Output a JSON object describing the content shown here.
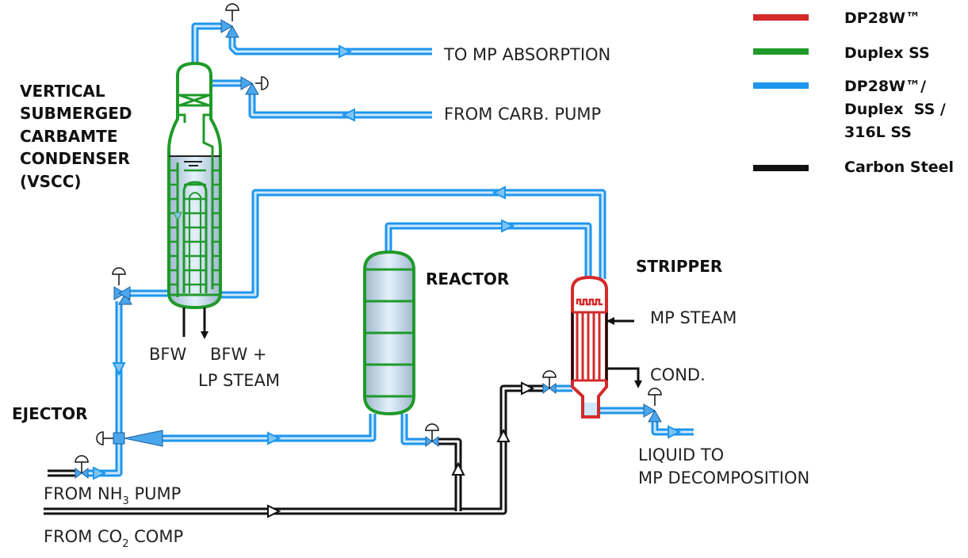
{
  "labels": {
    "vscc": [
      "VERTICAL",
      "SUBMERGED",
      "CARBAMTE",
      "CONDENSER",
      "(VSCC)"
    ],
    "reactor": "REACTOR",
    "stripper": "STRIPPER",
    "ejector": "EJECTOR",
    "to_mp_absorption": "TO MP ABSORPTION",
    "from_carb_pump": "FROM CARB. PUMP",
    "bfw": "BFW",
    "bfw_plus": "BFW +",
    "lp_steam": "LP STEAM",
    "mp_steam": "MP STEAM",
    "cond": "COND.",
    "liquid_to": "LIQUID TO",
    "mp_decomposition": "MP DECOMPOSITION",
    "from_nh3_pump": {
      "pre": "FROM NH",
      "sub": "3",
      "post": " PUMP"
    },
    "from_co2_comp": {
      "pre": "FROM CO",
      "sub": "2",
      "post": " COMP"
    }
  },
  "legend": [
    {
      "label": [
        "DP28W™"
      ],
      "color": "#d42a2a"
    },
    {
      "label": [
        "Duplex SS"
      ],
      "color": "#1f9a2a"
    },
    {
      "label": [
        "DP28W™/",
        "Duplex  SS /",
        "316L SS"
      ],
      "color": "#1e96ee"
    },
    {
      "label": [
        "Carbon Steel"
      ],
      "color": "#111111"
    }
  ],
  "colors": {
    "blue": "#1e96ee",
    "green": "#1f9a2a",
    "red": "#d42a2a",
    "black": "#111111"
  }
}
